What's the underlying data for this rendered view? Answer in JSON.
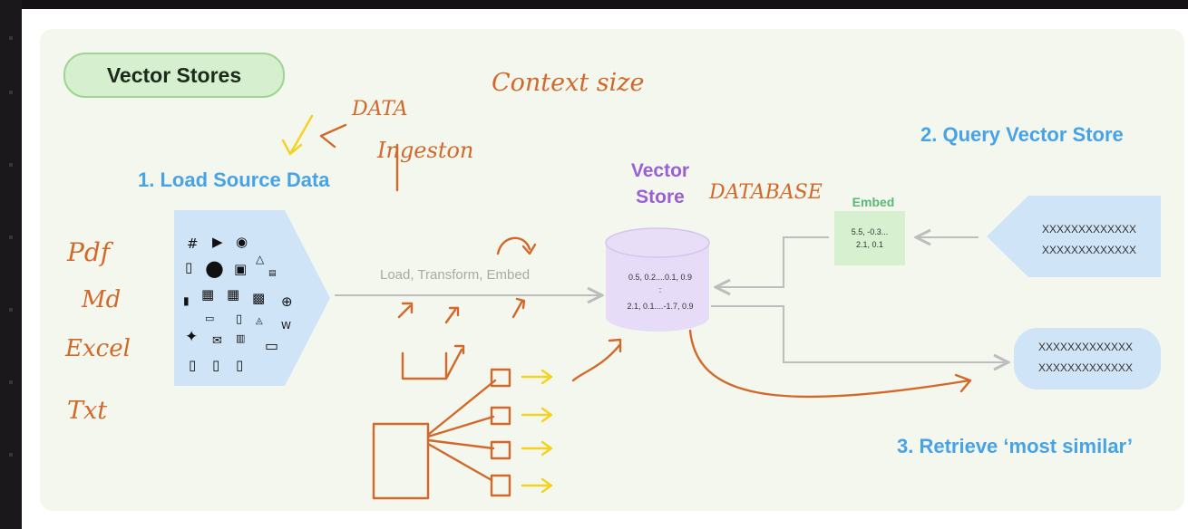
{
  "title": "Vector Stores",
  "steps": {
    "load": "1. Load Source Data",
    "query": "2. Query Vector Store",
    "retrieve": "3. Retrieve ‘most similar’"
  },
  "vector_store": {
    "line1": "Vector",
    "line2": "Store",
    "row1": "0.5, 0.2....0.1, 0.9",
    "dots": ":",
    "row2": "2.1, 0.1....-1.7, 0.9"
  },
  "flow_label": "Load, Transform, Embed",
  "embed": {
    "title": "Embed",
    "line1": "5.5, -0.3...",
    "line2": "2.1, 0.1"
  },
  "query": {
    "line1": "XXXXXXXXXXXXX",
    "line2": "XXXXXXXXXXXXX"
  },
  "result": {
    "line1": "XXXXXXXXXXXXX",
    "line2": "XXXXXXXXXXXXX"
  },
  "source_icons": [
    "slack-icon",
    "youtube-icon",
    "discord-icon",
    "file-icon",
    "github-icon",
    "image-icon",
    "drive-icon",
    "csv-icon",
    "doc-icon",
    "ppt-icon",
    "pdf-icon",
    "txt-icon",
    "web-icon",
    "markdown-icon",
    "code-icon",
    "html-icon",
    "wikipedia-icon",
    "twitter-icon",
    "email-icon",
    "css-icon",
    "folder-icon",
    "file-icon",
    "doc-icon",
    "file-icon"
  ],
  "annotations": {
    "context": "Context size",
    "data": "DATA",
    "ingestion": "Ingeston",
    "database": "DATABASE",
    "formats": [
      "Pdf",
      "Md",
      "Excel",
      "Txt"
    ]
  },
  "colors": {
    "panel_bg": "#f3f7ee",
    "pill_bg": "#d6f0cf",
    "step_blue": "#47a3e6",
    "vector_purple": "#9a5fd6",
    "cylinder": "#e7dcf7",
    "embed_green": "#5cb872",
    "query_blue": "#cfe4f7",
    "ink_orange": "#d2692a",
    "ink_yellow": "#f4d21d"
  }
}
